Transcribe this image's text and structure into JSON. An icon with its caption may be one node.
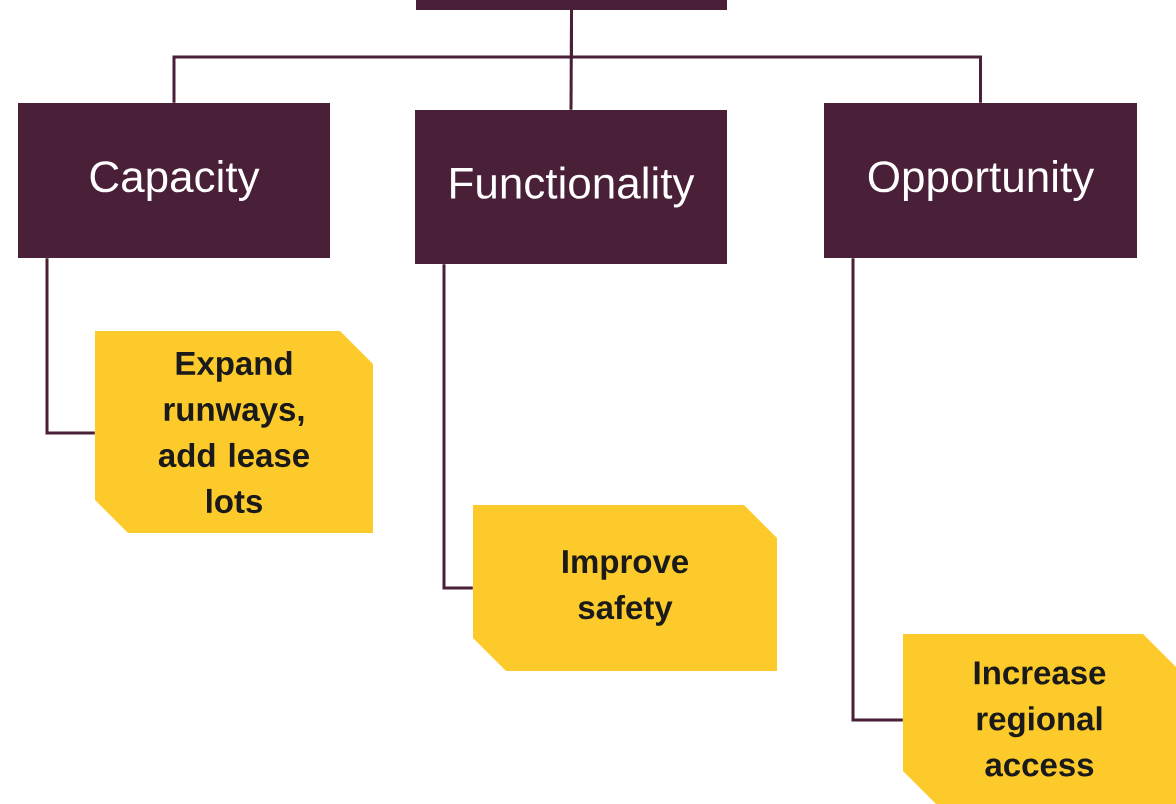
{
  "diagram": {
    "nodes": [
      {
        "text": [],
        "shape": "box"
      },
      {
        "text": [
          "Capacity"
        ]
      },
      {
        "text": [
          "Functionality"
        ]
      },
      {
        "text": [
          "Opportunity"
        ]
      },
      {
        "text": [
          "Expand runways, add lease lots"
        ]
      },
      {
        "text": [
          "Improve safety"
        ]
      },
      {
        "text": [
          "Increase regional access"
        ]
      }
    ],
    "edges": [
      {
        "from": 0,
        "to": 1,
        "arrow": "none"
      },
      {
        "from": 0,
        "to": 2,
        "arrow": "none"
      },
      {
        "from": 0,
        "to": 3,
        "arrow": "none"
      },
      {
        "from": 1,
        "to": 4,
        "arrow": "none"
      },
      {
        "from": 2,
        "to": 5,
        "arrow": "none"
      },
      {
        "from": 3,
        "to": 6,
        "arrow": "none"
      }
    ]
  }
}
